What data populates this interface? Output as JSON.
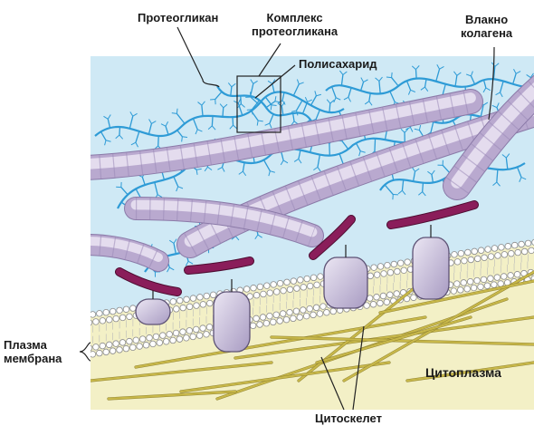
{
  "labels": {
    "proteoglycan": "Протеогликан",
    "proteoglycan_complex_line1": "Комплекс",
    "proteoglycan_complex_line2": "протеогликана",
    "polysaccharide": "Полисахарид",
    "collagen_fiber_line1": "Влакно",
    "collagen_fiber_line2": "колагена",
    "plasma_membrane_line1": "Плазма",
    "plasma_membrane_line2": "мембрана",
    "cytoplasm": "Цитоплазма",
    "cytoskeleton": "Цитоскелет"
  },
  "colors": {
    "extracellular": "#cfe9f5",
    "cytoplasm": "#f3f0c6",
    "fiber_light": "#e4dcee",
    "fiber_mid": "#b9a9cf",
    "fiber_dark": "#8b7aa8",
    "proteoglycan_strand": "#2e9bd6",
    "integrin": "#8a1d5a",
    "membrane_protein": "#c9c0dd",
    "cytoskeleton": "#c8b84a",
    "leader_line": "#222222"
  }
}
